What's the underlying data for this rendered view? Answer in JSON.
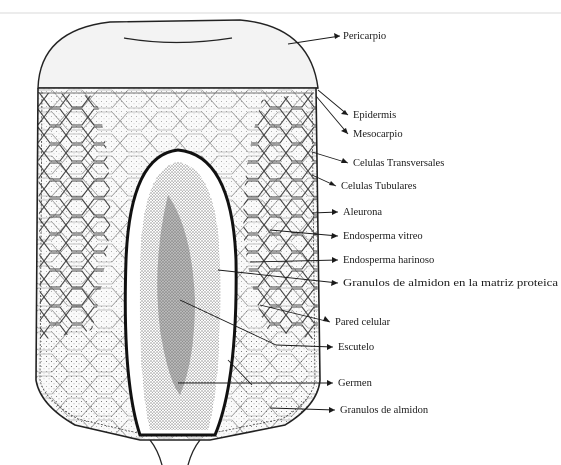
{
  "diagram": {
    "labels": [
      {
        "key": "pericarpio",
        "text": "Pericarpio"
      },
      {
        "key": "epidermis",
        "text": "Epidermis"
      },
      {
        "key": "mesocarpio",
        "text": "Mesocarpio"
      },
      {
        "key": "celulas_transversales",
        "text": "Celulas Transversales"
      },
      {
        "key": "celulas_tubulares",
        "text": "Celulas Tubulares"
      },
      {
        "key": "aleurona",
        "text": "Aleurona"
      },
      {
        "key": "endosperma_vitreo",
        "text": "Endosperma vitreo"
      },
      {
        "key": "endosperma_harinoso",
        "text": "Endosperma harinoso"
      },
      {
        "key": "granulos_matriz",
        "text": "Granulos de almidon en la matriz proteica"
      },
      {
        "key": "pared_celular",
        "text": "Pared celular"
      },
      {
        "key": "escutelo",
        "text": "Escutelo"
      },
      {
        "key": "germen",
        "text": "Germen"
      },
      {
        "key": "granulos_almidon",
        "text": "Granulos de almidon"
      }
    ]
  }
}
